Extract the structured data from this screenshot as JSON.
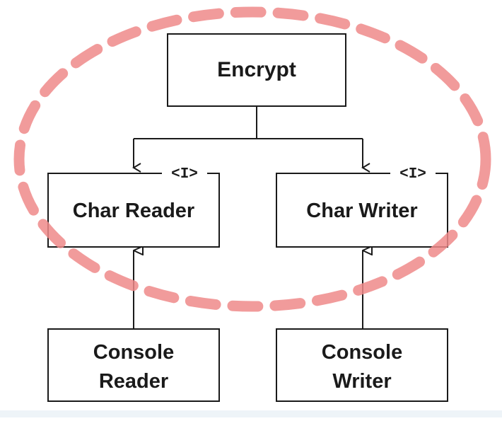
{
  "colors": {
    "box_stroke": "#1a1a1a",
    "box_fill": "#ffffff",
    "text": "#1a1a1a",
    "highlight_ellipse": "#ef8a8a",
    "bottom_strip": "#eef4f8"
  },
  "nodes": {
    "encrypt": {
      "label": "Encrypt"
    },
    "char_reader": {
      "label": "Char Reader",
      "stereotype": "<I>"
    },
    "char_writer": {
      "label": "Char Writer",
      "stereotype": "<I>"
    },
    "console_reader": {
      "line1": "Console",
      "line2": "Reader"
    },
    "console_writer": {
      "line1": "Console",
      "line2": "Writer"
    }
  },
  "edges": [
    {
      "from": "encrypt",
      "to": "char_reader",
      "kind": "association"
    },
    {
      "from": "encrypt",
      "to": "char_writer",
      "kind": "association"
    },
    {
      "from": "console_reader",
      "to": "char_reader",
      "kind": "implements"
    },
    {
      "from": "console_writer",
      "to": "char_writer",
      "kind": "implements"
    }
  ],
  "highlight": {
    "style": "dashed-ellipse",
    "encloses": [
      "encrypt",
      "char_reader",
      "char_writer"
    ]
  }
}
